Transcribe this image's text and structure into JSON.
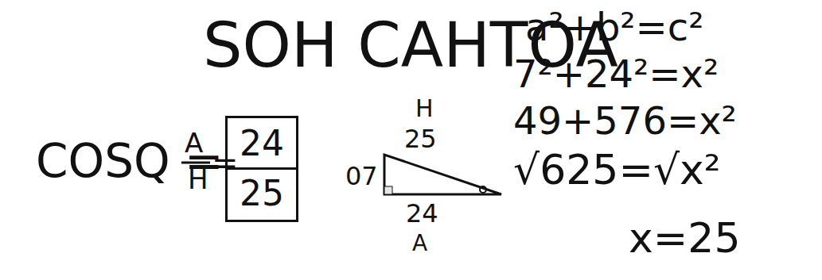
{
  "diagram": {
    "title": "SOH CAHTOA",
    "nodes": [
      {
        "text": [
          "24",
          "25"
        ]
      }
    ],
    "labels": [
      "COSQ =",
      "A",
      "H",
      "=",
      "07",
      "H",
      "25",
      "24",
      "A",
      "a²+b²=c²",
      "7²+24²=x²",
      "49+576=x²",
      "√625=√x²",
      "x=25"
    ]
  }
}
